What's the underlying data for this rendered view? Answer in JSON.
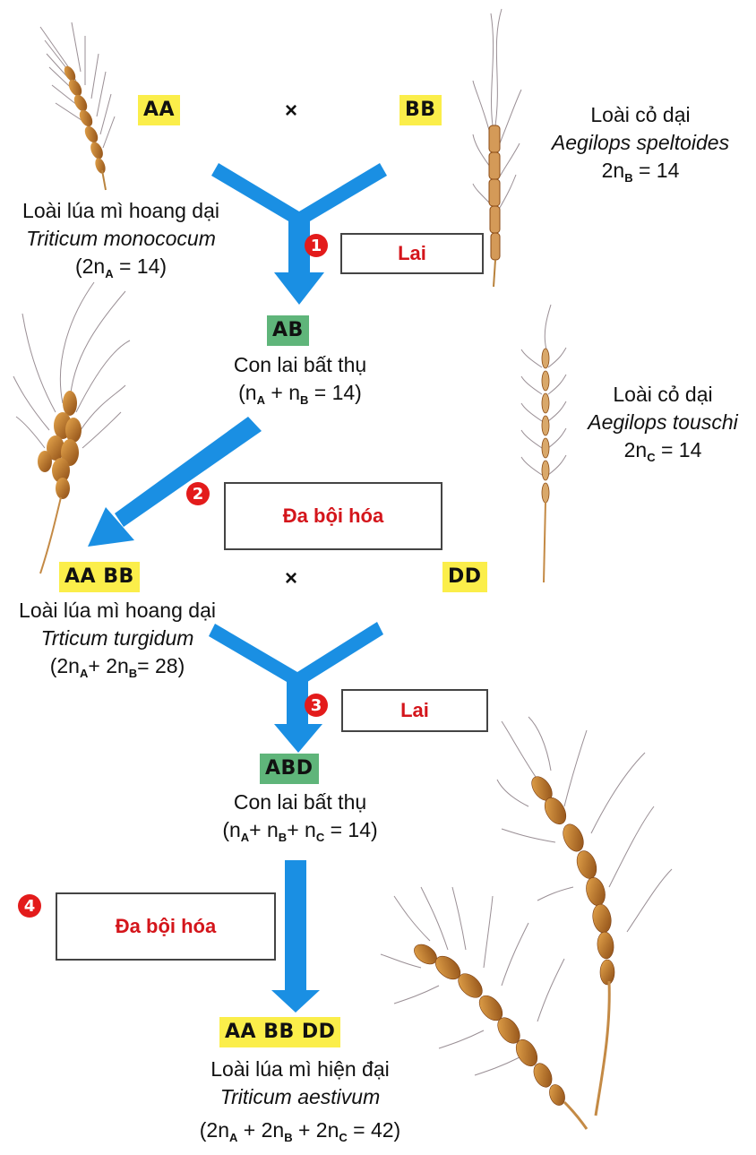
{
  "colors": {
    "arrow": "#1a8fe3",
    "genotype_parent_bg": "#fbee4a",
    "genotype_hybrid_bg": "#5fb57a",
    "step_badge": "#e31b1b",
    "step_text": "#d4151b",
    "wheat": "#c57a2a"
  },
  "cross_symbol": "×",
  "parents_1": {
    "left": {
      "genotype": "AA",
      "name": "Loài lúa mì hoang dại",
      "species": "Triticum monococum",
      "formula_pre": "(2n",
      "formula_sub": "A",
      "formula_post": " = 14)"
    },
    "right": {
      "genotype": "BB",
      "name": "Loài cỏ dại",
      "species": "Aegilops speltoides",
      "formula_pre": "2n",
      "formula_sub": "B",
      "formula_post": " = 14"
    }
  },
  "step1": {
    "number": "1",
    "label": "Lai"
  },
  "hybrid_1": {
    "genotype": "AB",
    "name": "Con lai bất thụ",
    "f_a": "(n",
    "sub_a": "A",
    "f_b": " + n",
    "sub_b": "B",
    "f_end": " = 14)"
  },
  "step2": {
    "number": "2",
    "label": "Đa bội hóa"
  },
  "parents_2": {
    "left": {
      "genotype": "AA  BB",
      "name": "Loài lúa mì hoang dại",
      "species": "Trticum turgidum",
      "f_a": "(2n",
      "sub_a": "A",
      "f_b": "+ 2n",
      "sub_b": "B",
      "f_end": "= 28)"
    },
    "right": {
      "genotype": "DD",
      "name": "Loài cỏ dại",
      "species": "Aegilops touschi",
      "formula_pre": "2n",
      "formula_sub": "C",
      "formula_post": " = 14"
    }
  },
  "step3": {
    "number": "3",
    "label": "Lai"
  },
  "hybrid_2": {
    "genotype": "ABD",
    "name": "Con lai bất thụ",
    "f_a": "(n",
    "sub_a": "A",
    "f_b": "+ n",
    "sub_b": "B",
    "f_c": "+ n",
    "sub_c": "C",
    "f_end": "  = 14)"
  },
  "step4": {
    "number": "4",
    "label": "Đa bội hóa"
  },
  "final": {
    "genotype": "AA  BB  DD",
    "name": "Loài lúa mì hiện đại",
    "species": "Triticum aestivum",
    "f_a": "(2n",
    "sub_a": "A",
    "f_b": " + 2n",
    "sub_b": "B",
    "f_c": " + 2n",
    "sub_c": "C",
    "f_end": "   = 42)"
  }
}
